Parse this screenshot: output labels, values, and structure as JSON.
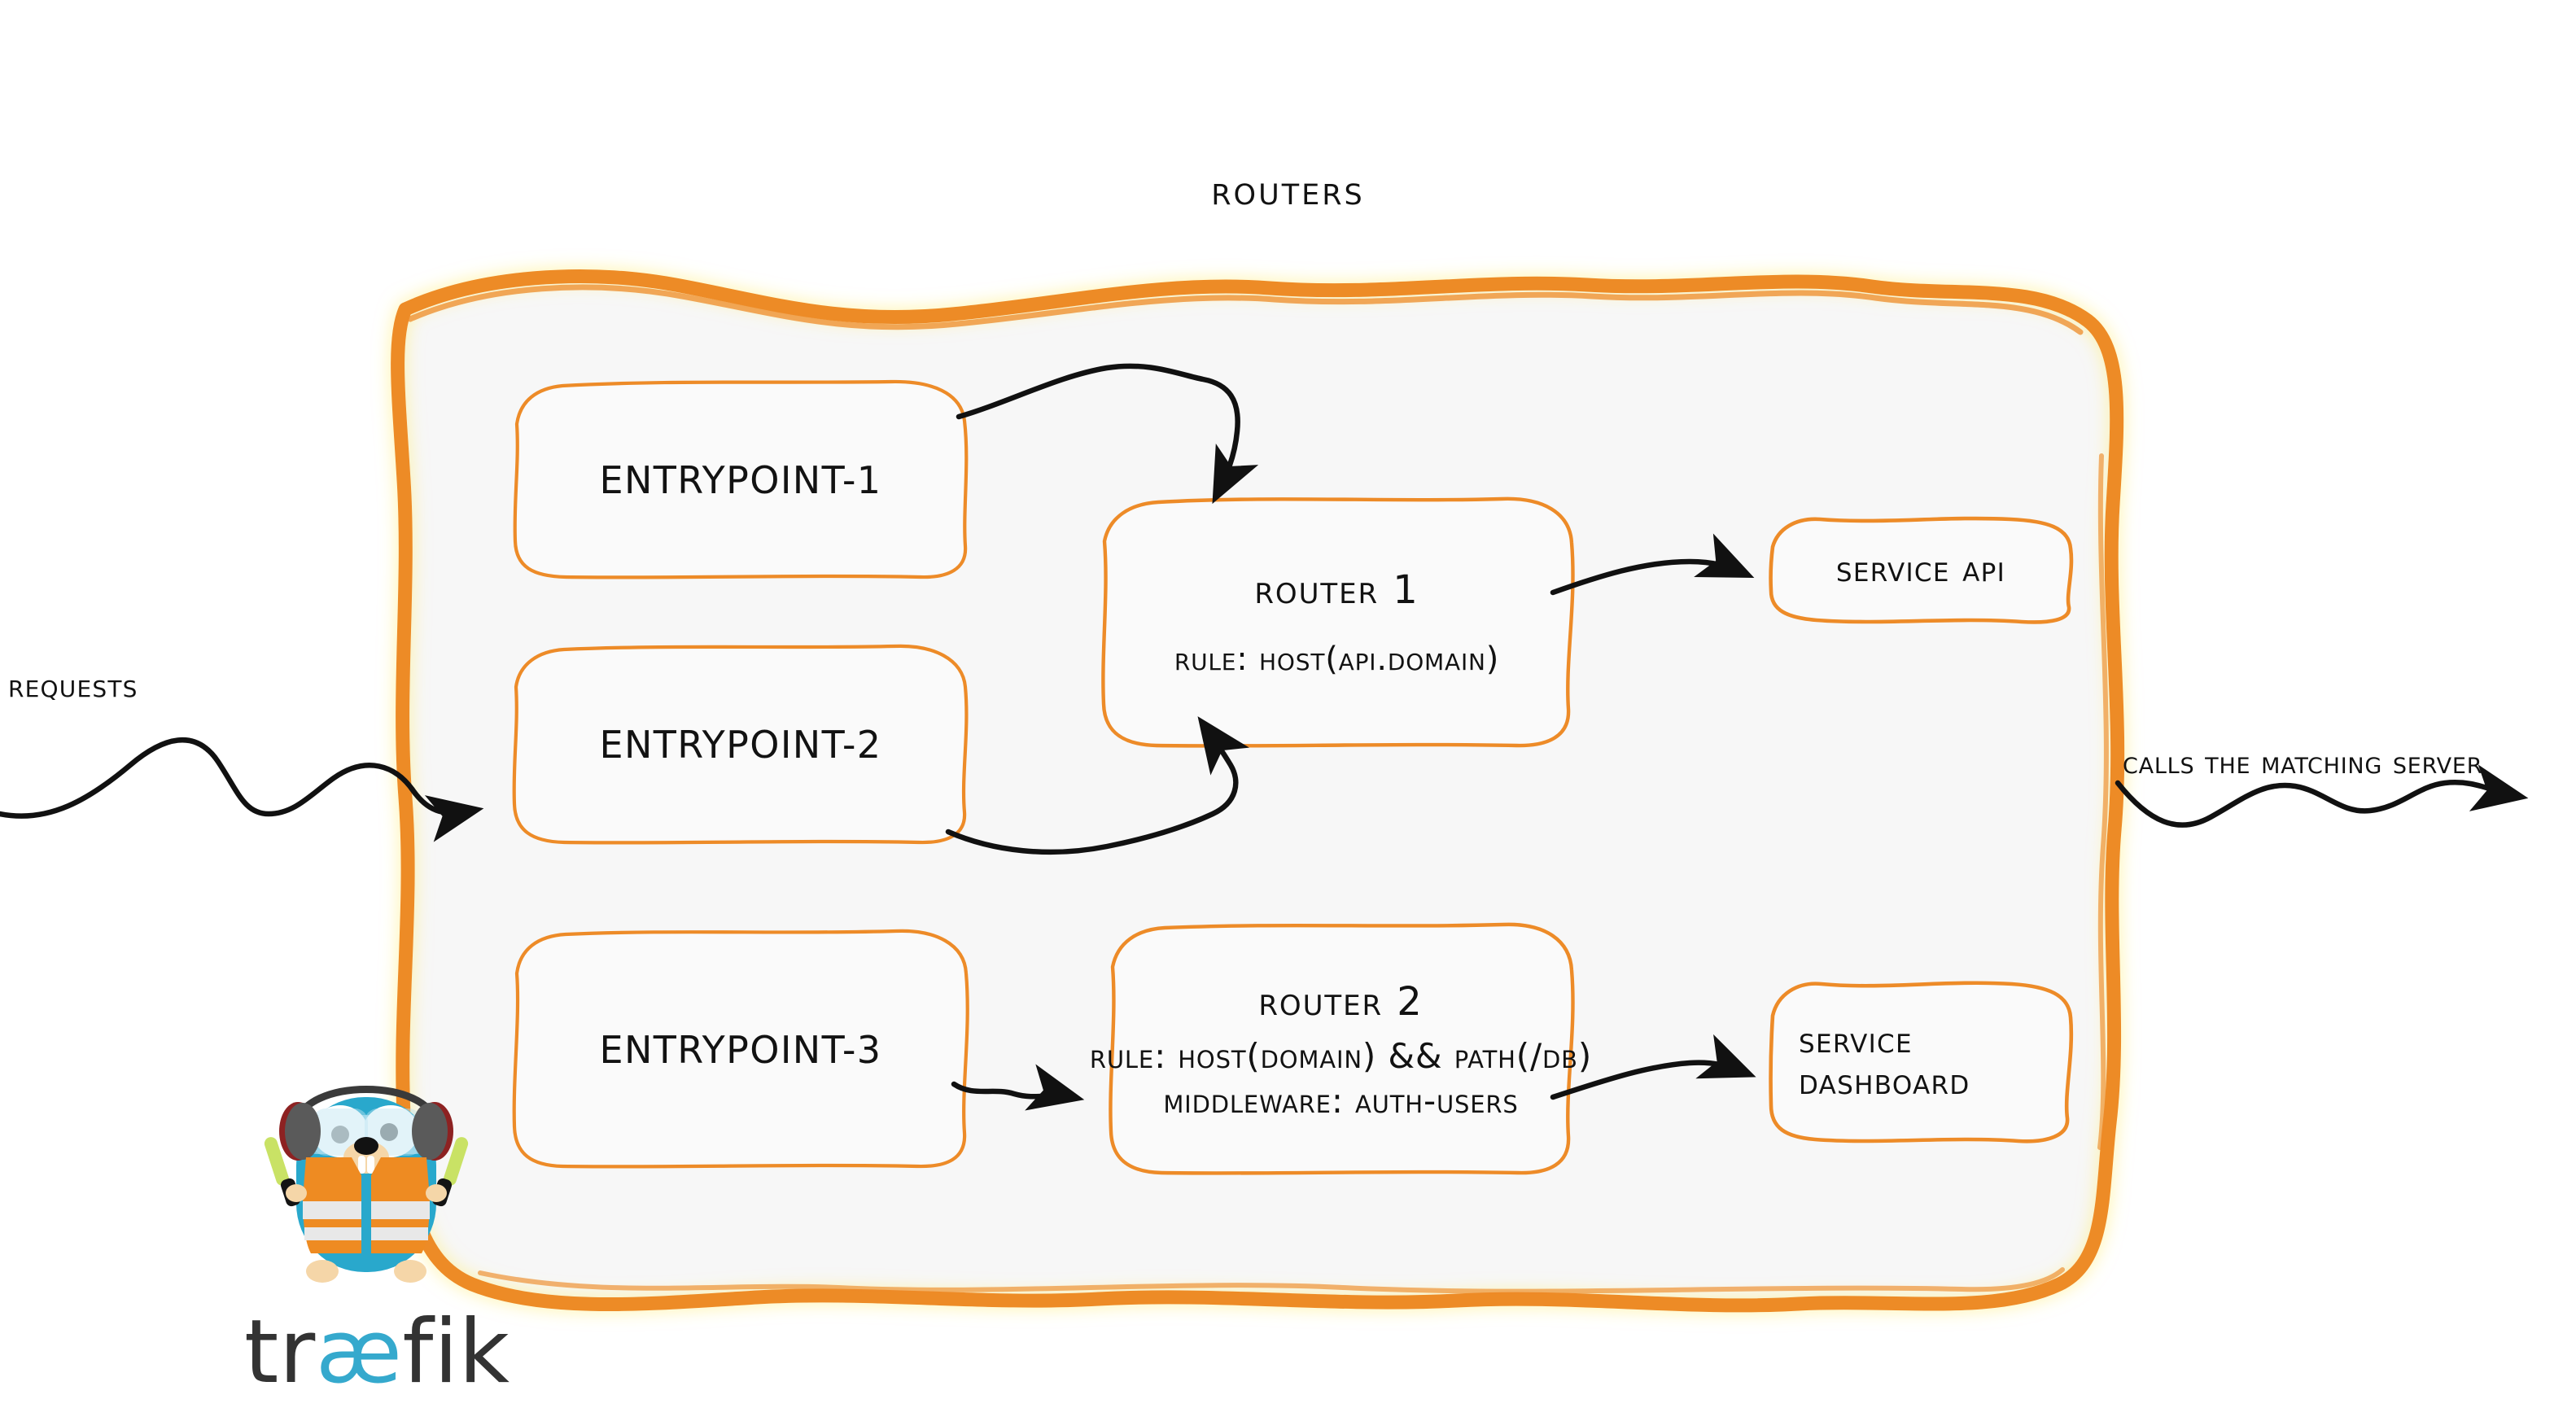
{
  "diagram": {
    "title": "Routers",
    "theme": {
      "orange": "#ED8B28",
      "container_fill": "#F7F7F7",
      "box_fill": "#FAFAFA",
      "ink": "#121212",
      "traefik_cyan": "#35A9CD",
      "traefik_dark": "#333333"
    }
  },
  "entrypoints": [
    {
      "id": "entrypoint-1",
      "label": "entrypoint-1"
    },
    {
      "id": "entrypoint-2",
      "label": "entrypoint-2"
    },
    {
      "id": "entrypoint-3",
      "label": "entrypoint-3"
    }
  ],
  "routers": [
    {
      "id": "router-1",
      "title": "Router 1",
      "lines": [
        "rule: Host(api.domain)"
      ]
    },
    {
      "id": "router-2",
      "title": "Router 2",
      "lines": [
        "rule: Host(domain) && Path(/db)",
        "Middleware: auth-users"
      ]
    }
  ],
  "services": [
    {
      "id": "service-api",
      "lines": [
        "Service API"
      ]
    },
    {
      "id": "service-dashboard",
      "lines": [
        "Service",
        "Dashboard"
      ]
    }
  ],
  "annotations": {
    "requests": "Requests",
    "calls_matching_server": "Calls the matching server"
  },
  "logo": {
    "wordmark_left": "tr",
    "wordmark_ae": "æ",
    "wordmark_right": "fik",
    "mascot": "traefik-gopher-mascot"
  }
}
